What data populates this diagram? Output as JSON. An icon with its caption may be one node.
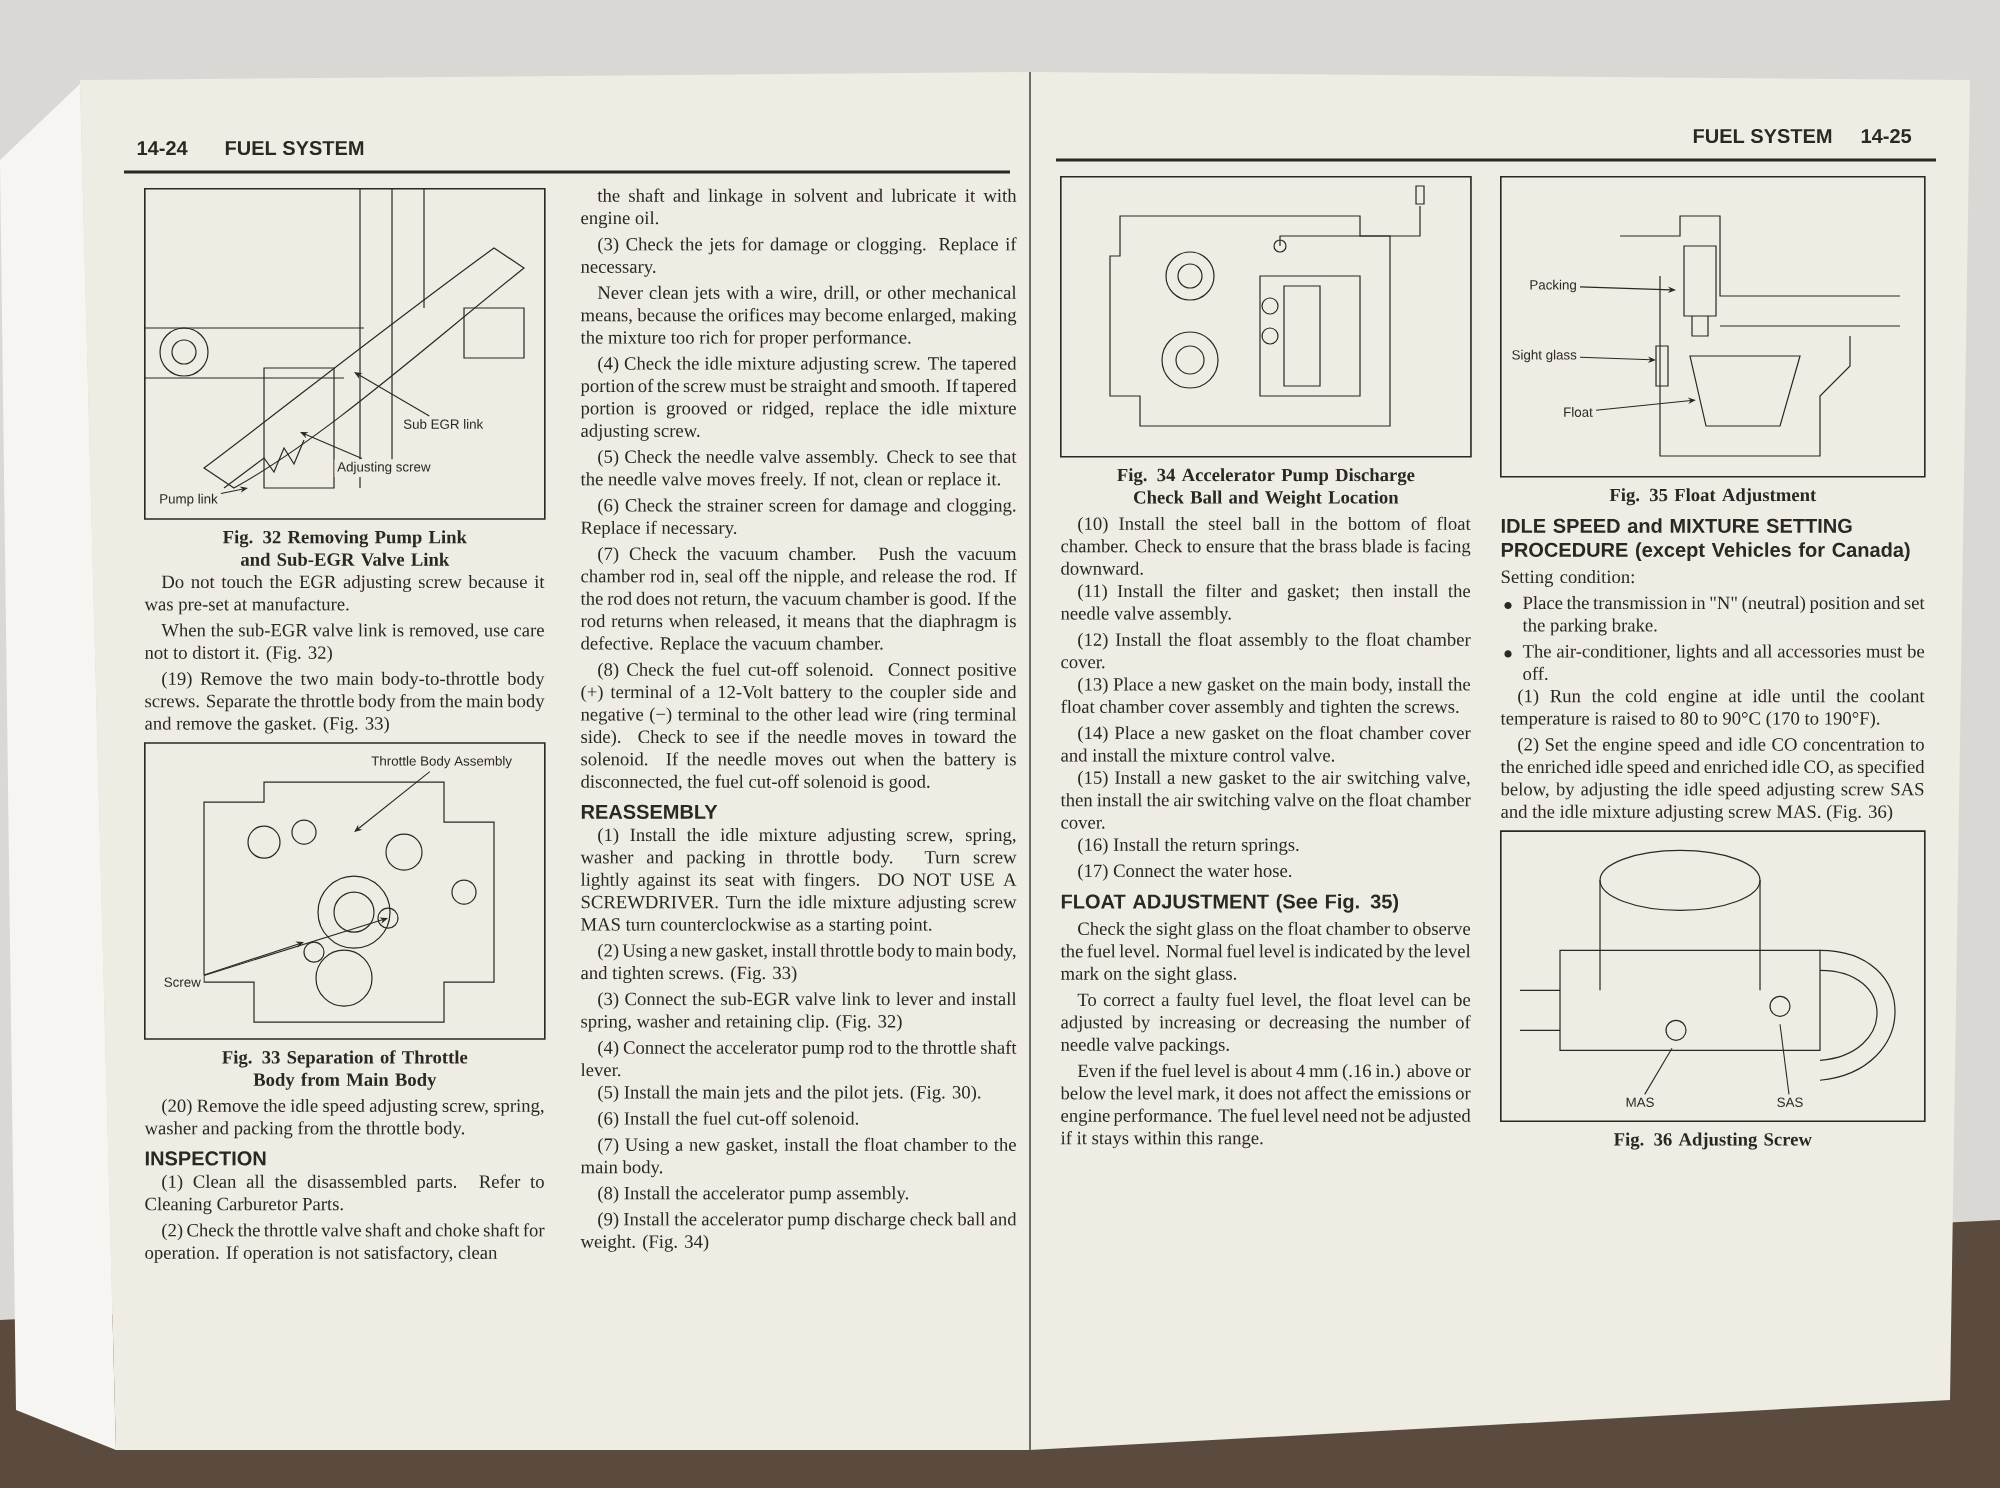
{
  "diagram": {
    "nodes": [
      {
        "text": [
          "Fig. 32 Removing Pump Link and Sub-EGR Valve Link"
        ]
      },
      {
        "text": [
          "Sub EGR link"
        ],
        "in": 0
      },
      {
        "text": [
          "Adjusting screw"
        ],
        "in": 0
      },
      {
        "text": [
          "Pump link"
        ],
        "in": 0
      },
      {
        "text": [
          "Fig. 33 Separation of Throttle Body from Main Body"
        ]
      },
      {
        "text": [
          "Throttle Body Assembly"
        ],
        "in": 4
      },
      {
        "text": [
          "Screw"
        ],
        "in": 4
      },
      {
        "text": [
          "Fig. 34 Accelerator Pump Discharge Check Ball and Weight Location"
        ]
      },
      {
        "text": [
          "Fig. 35 Float Adjustment"
        ]
      },
      {
        "text": [
          "Packing"
        ],
        "in": 8
      },
      {
        "text": [
          "Sight glass"
        ],
        "in": 8
      },
      {
        "text": [
          "Float"
        ],
        "in": 8
      },
      {
        "text": [
          "Fig. 36 Adjusting Screw"
        ]
      },
      {
        "text": [
          "MAS"
        ],
        "in": 12
      },
      {
        "text": [
          "SAS"
        ],
        "in": 12
      }
    ],
    "edges": [
      {
        "from": 1,
        "to": null,
        "arrow": "to"
      },
      {
        "from": 2,
        "to": null,
        "arrow": "to"
      },
      {
        "from": 3,
        "to": null,
        "arrow": "to"
      },
      {
        "from": 5,
        "to": null,
        "arrow": "to"
      },
      {
        "from": 6,
        "to": null,
        "arrow": "to"
      },
      {
        "from": 6,
        "to": null,
        "arrow": "to"
      },
      {
        "from": 9,
        "to": null,
        "arrow": "to"
      },
      {
        "from": 10,
        "to": null,
        "arrow": "to"
      },
      {
        "from": 11,
        "to": null,
        "arrow": "to"
      },
      {
        "from": 13,
        "to": null,
        "arrow": "none"
      },
      {
        "from": 14,
        "to": null,
        "arrow": "none"
      }
    ],
    "labels": [
      "14-24",
      "FUEL SYSTEM",
      "FUEL SYSTEM",
      "14-25",
      "Do not touch the EGR adjusting screw because it was pre-set at manufacture.",
      "When the sub-EGR valve link is removed, use care not to distort it. (Fig. 32)",
      "(19) Remove the two main body-to-throttle body screws. Separate the throttle body from the main body and remove the gasket. (Fig. 33)",
      "(20) Remove the idle speed adjusting screw, spring, washer and packing from the throttle body.",
      "INSPECTION",
      "(1) Clean all the disassembled parts. Refer to Cleaning Carburetor Parts.",
      "(2) Check the throttle valve shaft and choke shaft for operation. If operation is not satisfactory, clean",
      "the shaft and linkage in solvent and lubricate it with engine oil.",
      "(3) Check the jets for damage or clogging. Replace if necessary.",
      "Never clean jets with a wire, drill, or other mechanical means, because the orifices may become enlarged, making the mixture too rich for proper performance.",
      "(4) Check the idle mixture adjusting screw. The tapered portion of the screw must be straight and smooth. If tapered portion is grooved or ridged, replace the idle mixture adjusting screw.",
      "(5) Check the needle valve assembly. Check to see that the needle valve moves freely. If not, clean or replace it.",
      "(6) Check the strainer screen for damage and clogging. Replace if necessary.",
      "(7) Check the vacuum chamber. Push the vacuum chamber rod in, seal off the nipple, and release the rod. If the rod does not return, the vacuum chamber is good. If the rod returns when released, it means that the diaphragm is defective. Replace the vacuum chamber.",
      "(8) Check the fuel cut-off solenoid. Connect positive (+) terminal of a 12-Volt battery to the coupler side and negative (−) terminal to the other lead wire (ring terminal side). Check to see if the needle moves in toward the solenoid. If the needle moves out when the battery is disconnected, the fuel cut-off solenoid is good.",
      "REASSEMBLY",
      "(1) Install the idle mixture adjusting screw, spring, washer and packing in throttle body. Turn screw lightly against its seat with fingers. DO NOT USE A SCREWDRIVER. Turn the idle mixture adjusting screw MAS turn counterclockwise as a starting point.",
      "(2) Using a new gasket, install throttle body to main body, and tighten screws. (Fig. 33)",
      "(3) Connect the sub-EGR valve link to lever and install spring, washer and retaining clip. (Fig. 32)",
      "(4) Connect the accelerator pump rod to the throttle shaft lever.",
      "(5) Install the main jets and the pilot jets. (Fig. 30).",
      "(6) Install the fuel cut-off solenoid.",
      "(7) Using a new gasket, install the float chamber to the main body.",
      "(8) Install the accelerator pump assembly.",
      "(9) Install the accelerator pump discharge check ball and weight. (Fig. 34)",
      "(10) Install the steel ball in the bottom of float chamber. Check to ensure that the brass blade is facing downward.",
      "(11) Install the filter and gasket; then install the needle valve assembly.",
      "(12) Install the float assembly to the float chamber cover.",
      "(13) Place a new gasket on the main body, install the float chamber cover assembly and tighten the screws.",
      "(14) Place a new gasket on the float chamber cover and install the mixture control valve.",
      "(15) Install a new gasket to the air switching valve, then install the air switching valve on the float chamber cover.",
      "(16) Install the return springs.",
      "(17) Connect the water hose.",
      "FLOAT ADJUSTMENT (See Fig. 35)",
      "Check the sight glass on the float chamber to observe the fuel level. Normal fuel level is indicated by the level mark on the sight glass.",
      "To correct a faulty fuel level, the float level can be adjusted by increasing or decreasing the number of needle valve packings.",
      "Even if the fuel level is about 4 mm (.16 in.) above or below the level mark, it does not affect the emissions or engine performance. The fuel level need not be adjusted if it stays within this range.",
      "IDLE SPEED and MIXTURE SETTING PROCEDURE (except Vehicles for Canada)",
      "Setting condition:",
      "Place the transmission in \"N\" (neutral) position and set the parking brake.",
      "The air-conditioner, lights and all accessories must be off.",
      "(1) Run the cold engine at idle until the coolant temperature is raised to 80 to 90°C (170 to 190°F).",
      "(2) Set the engine speed and idle CO concentration to the enriched idle speed and enriched idle CO, as specified below, by adjusting the idle speed adjusting screw SAS and the idle mixture adjusting screw MAS. (Fig. 36)"
    ]
  }
}
